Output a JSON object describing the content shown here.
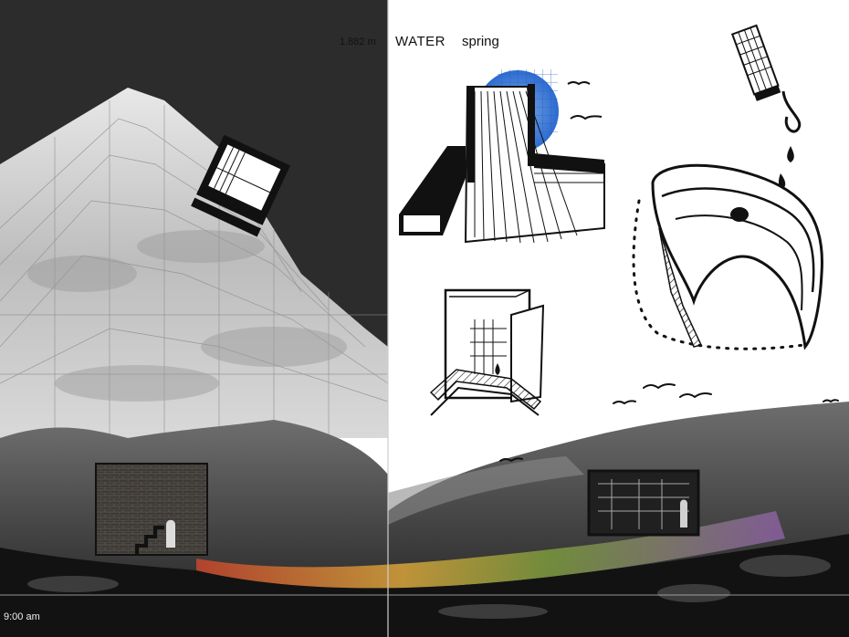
{
  "header": {
    "elevation": "1.882 m",
    "theme": "WATER",
    "season": "spring"
  },
  "footer": {
    "time": "9:00 am"
  }
}
